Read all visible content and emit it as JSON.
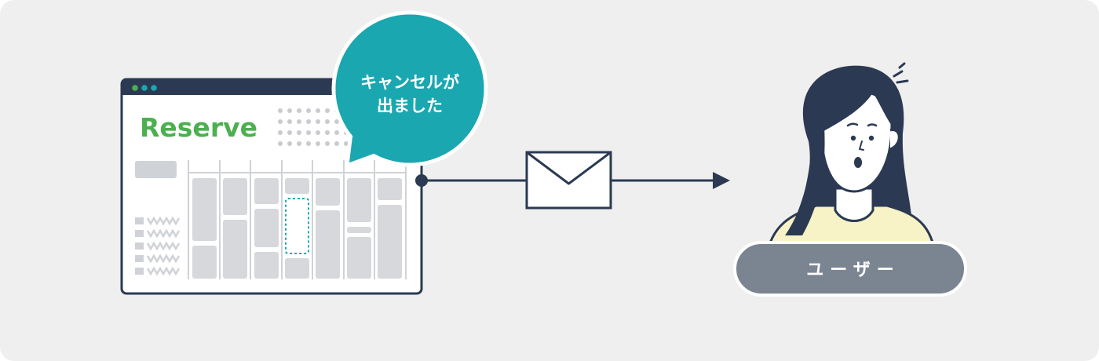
{
  "app": {
    "logo_text": "Reserve"
  },
  "notification_bubble": {
    "line1": "キャンセルが",
    "line2": "出ました"
  },
  "user_badge": {
    "label": "ユーザー"
  },
  "colors": {
    "panel_background": "#efefef",
    "window_frame": "#2b3a52",
    "logo_green": "#4caf50",
    "bubble_teal": "#1aa7b0",
    "badge_gray": "#7b8592",
    "skin": "#ffffff",
    "shirt": "#f7f3c6",
    "cell_gray": "#d6d8db"
  },
  "icons": [
    "window-dots-icon",
    "envelope-icon",
    "arrow-right-icon",
    "surprise-marks-icon"
  ]
}
